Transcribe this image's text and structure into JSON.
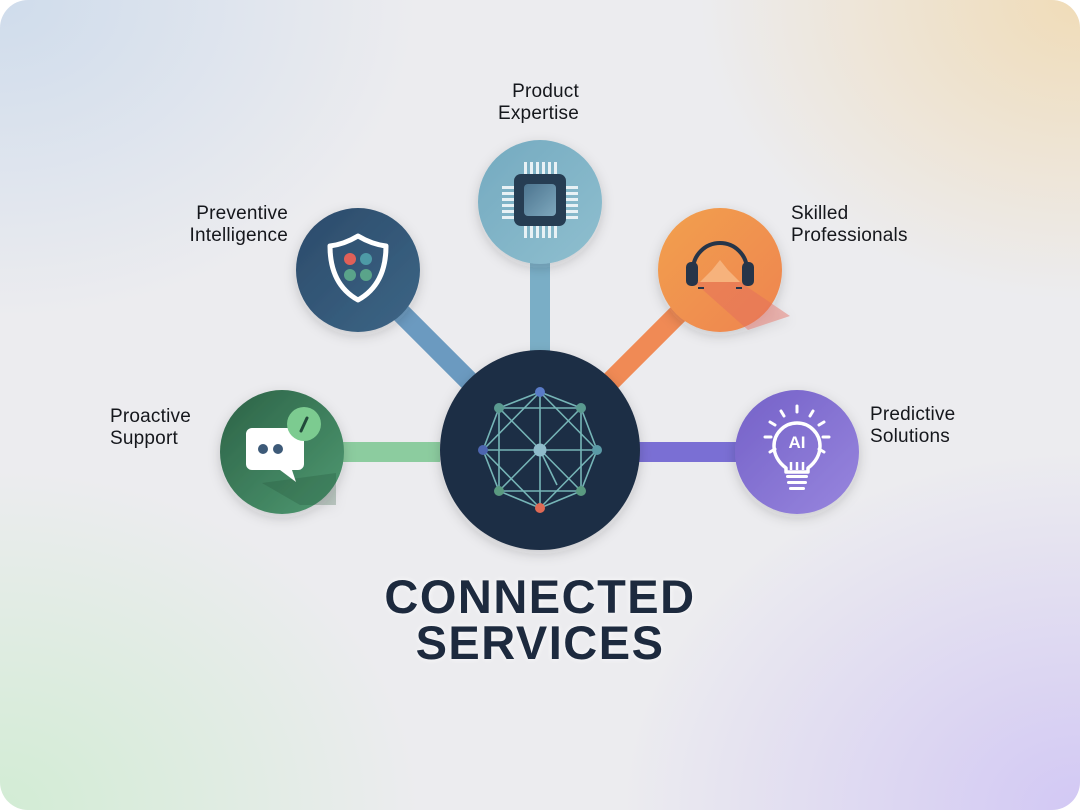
{
  "diagram": {
    "title_lines": [
      "CONNECTED",
      "SERVICES"
    ],
    "hub": {
      "name": "network-hub",
      "icon": "network-mesh-icon",
      "color": "#1f2e45",
      "line_color": "#7fc4c4",
      "node_colors": {
        "top": "#5a7bc8",
        "bottom": "#e06a55",
        "left": "#4e66b0",
        "center": "#8fbccb",
        "others": "#5a9a90"
      }
    },
    "nodes": [
      {
        "id": "proactive-support",
        "label_lines": [
          "Proactive",
          "Support"
        ],
        "icon": "chat-bubble-icon",
        "color_from": "#2f6a4c",
        "color_to": "#4f9a72",
        "connector_color": "#8ccc9f"
      },
      {
        "id": "preventive-intelligence",
        "label_lines": [
          "Preventive",
          "Intelligence"
        ],
        "icon": "shield-icon",
        "color_from": "#2e4f70",
        "color_to": "#3f6788",
        "connector_color": "#6b9ac0"
      },
      {
        "id": "product-expertise",
        "label_lines": [
          "Product",
          "Expertise"
        ],
        "icon": "microchip-icon",
        "color_from": "#78aec2",
        "color_to": "#8cbccd",
        "connector_color": "#7aaec6"
      },
      {
        "id": "skilled-professionals",
        "label_lines": [
          "Skilled",
          "Professionals"
        ],
        "icon": "headset-icon",
        "color_from": "#f08a48",
        "color_to": "#e9a056",
        "connector_color": "#f08a55"
      },
      {
        "id": "predictive-solutions",
        "label_lines": [
          "Predictive",
          "Solutions"
        ],
        "icon": "ai-lightbulb-icon",
        "icon_text": "AI",
        "color_from": "#7a66cc",
        "color_to": "#9483dc",
        "connector_color": "#7a6fd4"
      }
    ]
  }
}
